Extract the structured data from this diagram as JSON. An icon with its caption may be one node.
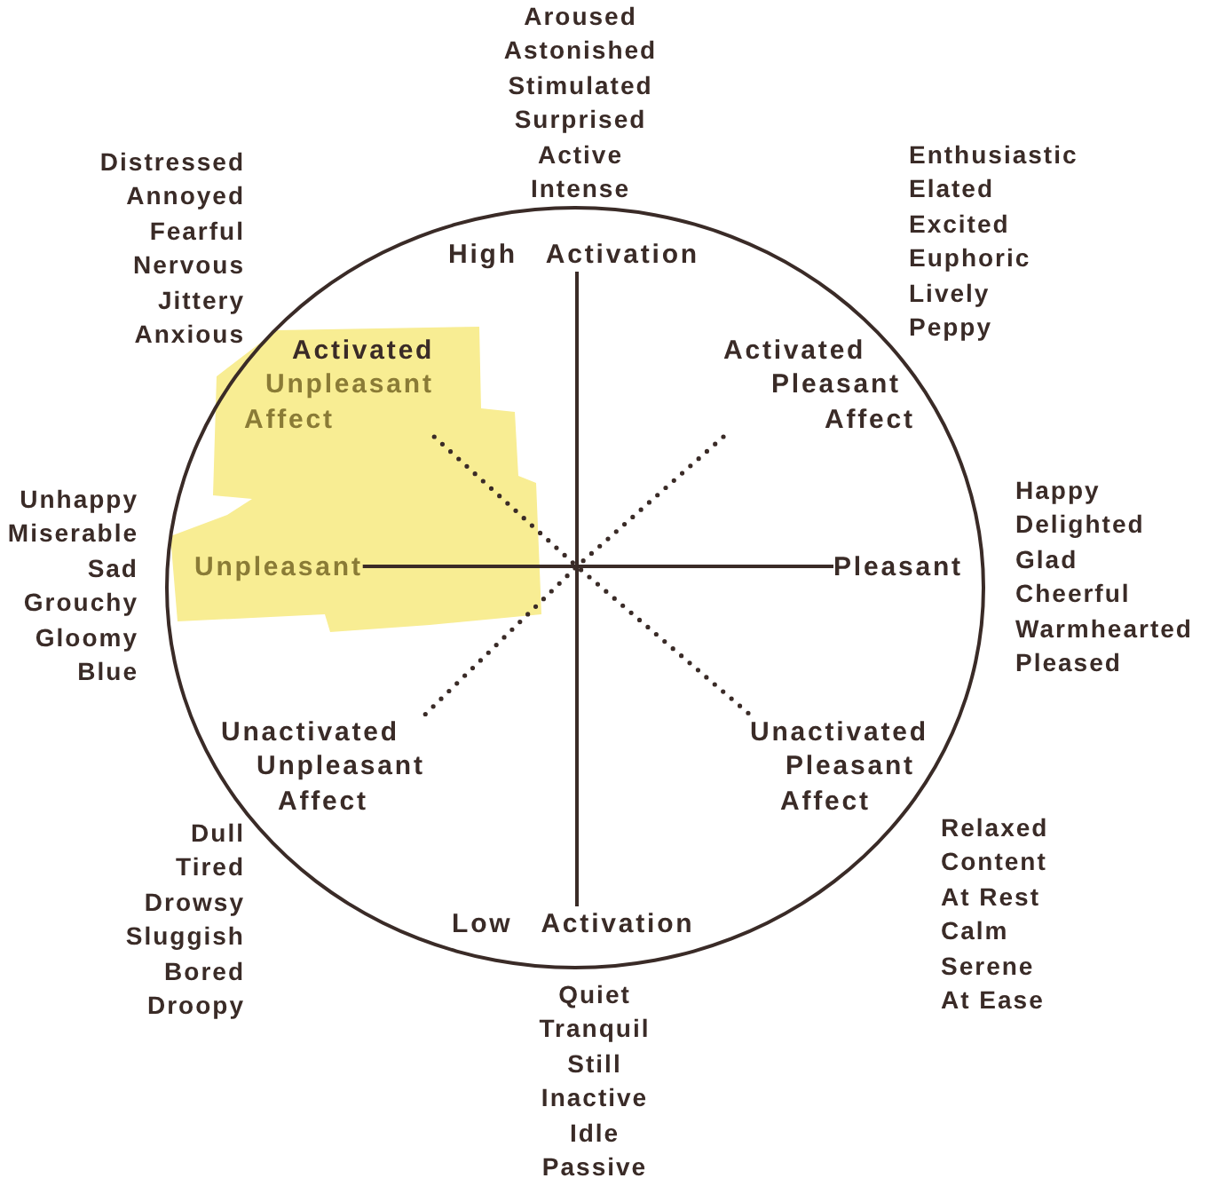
{
  "diagram": {
    "nodes": [
      {
        "text": [],
        "shape": "circle"
      },
      {
        "text": [
          "High Activation"
        ],
        "in": 0
      },
      {
        "text": [
          "Activated Unpleasant Affect"
        ],
        "in": 0
      },
      {
        "text": [
          "Activated Pleasant Affect"
        ],
        "in": 0
      },
      {
        "text": [
          "Unpleasant"
        ],
        "in": 0
      },
      {
        "text": [
          "Pleasant"
        ],
        "in": 0
      },
      {
        "text": [
          "Unactivated Unpleasant Affect"
        ],
        "in": 0
      },
      {
        "text": [
          "Unactivated Pleasant Affect"
        ],
        "in": 0
      },
      {
        "text": [
          "Low Activation"
        ],
        "in": 0
      }
    ],
    "edges": [
      {
        "from": 1,
        "to": 8,
        "arrow": "none"
      },
      {
        "from": 4,
        "to": 5,
        "arrow": "none"
      },
      {
        "from": 2,
        "to": 7,
        "arrow": "none",
        "style": "dashed"
      },
      {
        "from": 3,
        "to": 6,
        "arrow": "none",
        "style": "dashed"
      }
    ],
    "labels": [
      "Aroused",
      "Astonished",
      "Stimulated",
      "Surprised",
      "Active",
      "Intense",
      "Distressed",
      "Annoyed",
      "Fearful",
      "Nervous",
      "Jittery",
      "Anxious",
      "Enthusiastic",
      "Elated",
      "Excited",
      "Euphoric",
      "Lively",
      "Peppy",
      "Unhappy",
      "Miserable",
      "Sad",
      "Grouchy",
      "Gloomy",
      "Blue",
      "Happy",
      "Delighted",
      "Glad",
      "Cheerful",
      "Warmhearted",
      "Pleased",
      "Dull",
      "Tired",
      "Drowsy",
      "Sluggish",
      "Bored",
      "Droopy",
      "Relaxed",
      "Content",
      "At Rest",
      "Calm",
      "Serene",
      "At Ease",
      "Quiet",
      "Tranquil",
      "Still",
      "Inactive",
      "Idle",
      "Passive"
    ]
  }
}
